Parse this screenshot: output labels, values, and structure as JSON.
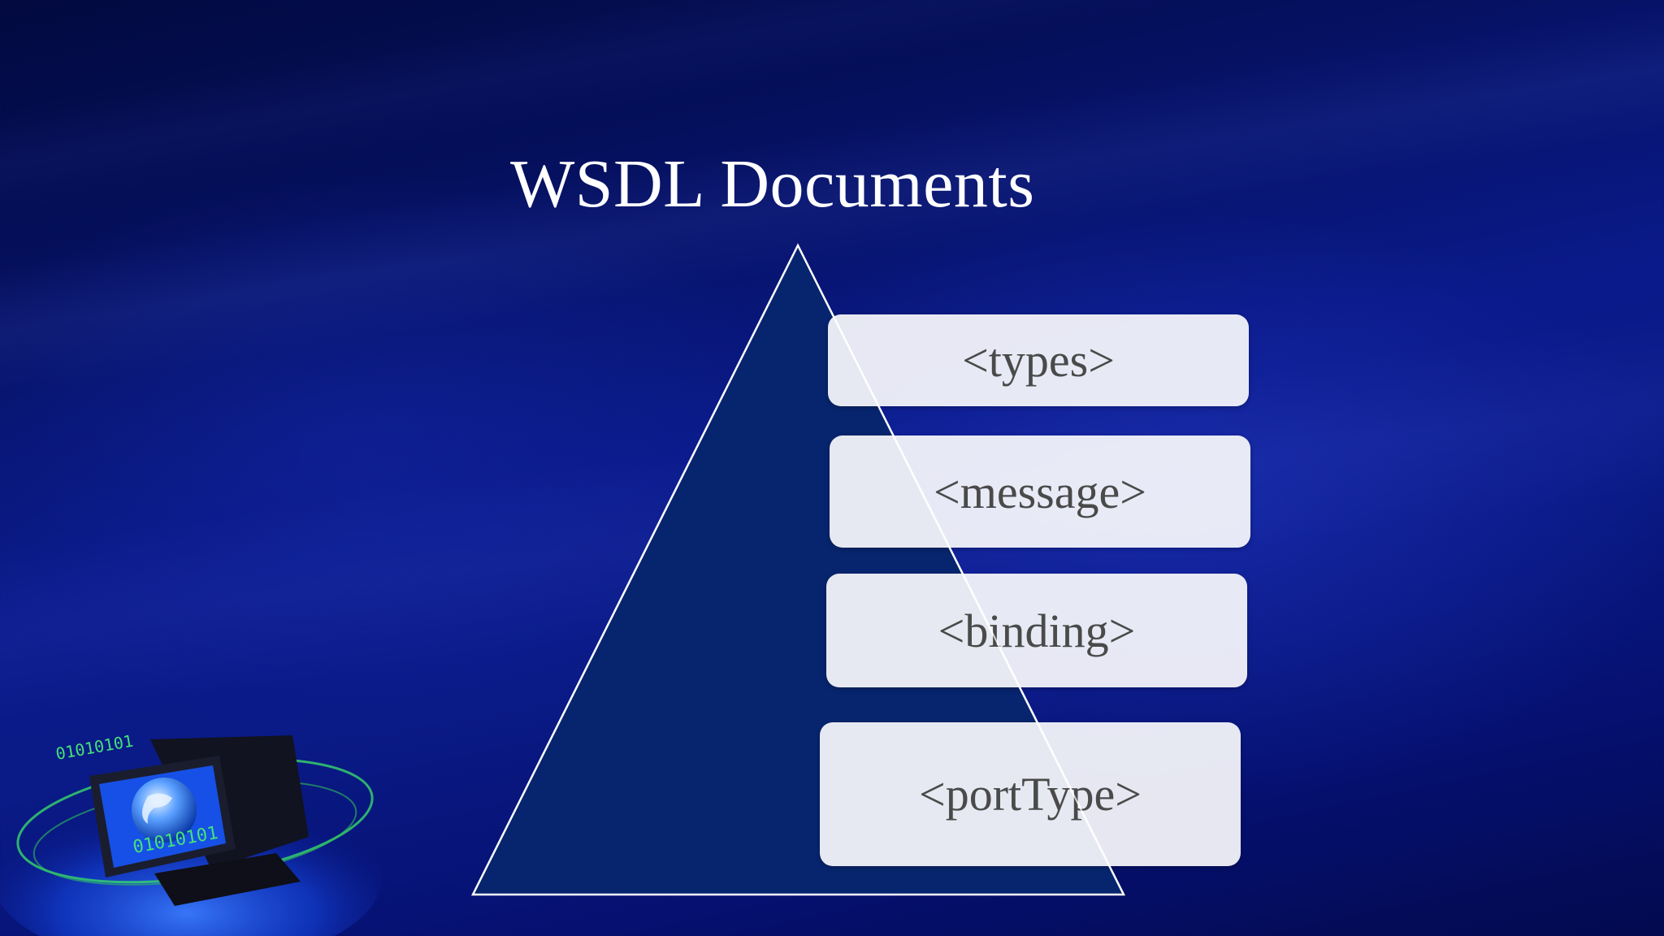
{
  "slide": {
    "title": "WSDL Documents"
  },
  "diagram": {
    "shape": "pyramid",
    "layers": [
      {
        "label": "<types>"
      },
      {
        "label": "<message>"
      },
      {
        "label": "<binding>"
      },
      {
        "label": "<portType>"
      }
    ]
  },
  "decoration": {
    "icon": "computer-globe-icon",
    "binary_text": "01010101"
  },
  "colors": {
    "background": "#0a1a8a",
    "pyramid_fill": "#07256e",
    "pyramid_stroke": "#ffffff",
    "box_fill": "#ececf1",
    "box_text": "#4a4a4a",
    "title_text": "#ffffff"
  }
}
